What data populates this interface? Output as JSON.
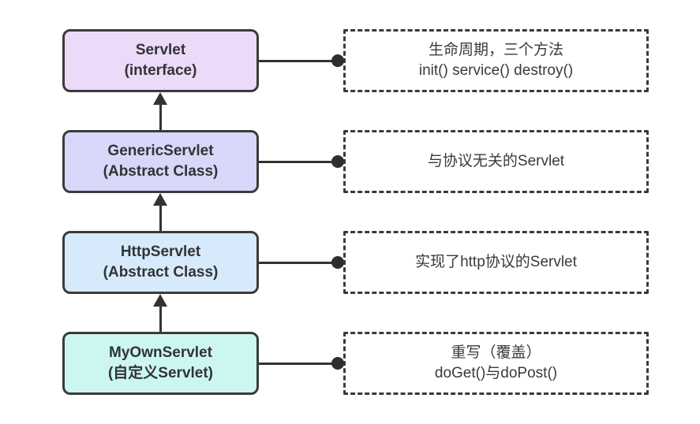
{
  "diagram": {
    "type": "class-hierarchy",
    "subject": "Servlet inheritance hierarchy"
  },
  "colors": {
    "border": "#3b3b3b",
    "line": "#333333",
    "dot": "#2e2e2e",
    "text": "#333333",
    "servlet_fill": "#ecdaf9",
    "generic_servlet_fill": "#d7d8f9",
    "http_servlet_fill": "#d6eafb",
    "my_own_servlet_fill": "#ccf6f2"
  },
  "rows": [
    {
      "class": {
        "title": "Servlet",
        "subtitle": "(interface)",
        "fill": "#ecdaf9"
      },
      "note": {
        "line1": "生命周期，三个方法",
        "line2": "init() service() destroy()"
      }
    },
    {
      "class": {
        "title": "GenericServlet",
        "subtitle": "(Abstract Class)",
        "fill": "#d7d8f9"
      },
      "note": {
        "line1": "与协议无关的Servlet",
        "line2": ""
      }
    },
    {
      "class": {
        "title": "HttpServlet",
        "subtitle": "(Abstract Class)",
        "fill": "#d6eafb"
      },
      "note": {
        "line1": "实现了http协议的Servlet",
        "line2": ""
      }
    },
    {
      "class": {
        "title": "MyOwnServlet",
        "subtitle": "(自定义Servlet)",
        "fill": "#ccf6f2"
      },
      "note": {
        "line1": "重写（覆盖）",
        "line2": "doGet()与doPost()"
      }
    }
  ]
}
